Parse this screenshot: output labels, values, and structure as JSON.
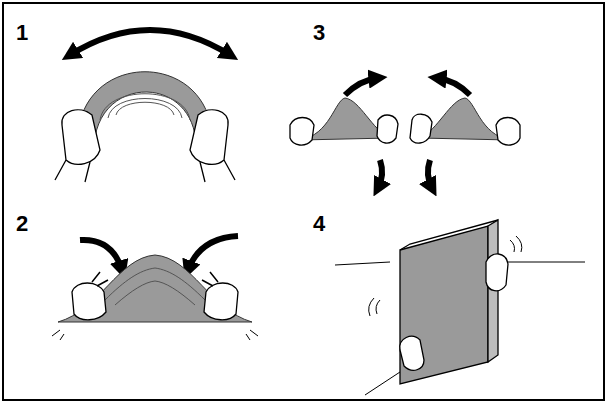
{
  "diagram": {
    "labels": [
      "1",
      "3",
      "2",
      "4"
    ]
  }
}
